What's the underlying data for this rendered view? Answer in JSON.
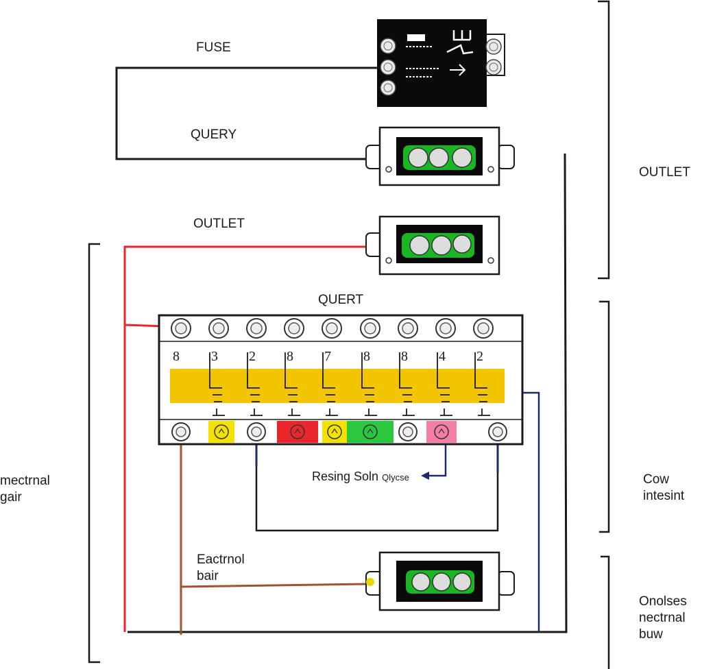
{
  "labels": {
    "fuse": "FUSE",
    "query": "QUERY",
    "outlet_left": "OUTLET",
    "quert": "QUERT",
    "outlet_right": "OUTLET",
    "resing": "Resing Soln",
    "resing_tag": "Qlycse",
    "left_side": "mectrnal\ngair",
    "cow": "Cow\nintesint",
    "eactrnol": "Eactrnol\nbair",
    "onolses": "Onolses\nnectrnal\nbuw"
  },
  "breaker_panel": {
    "digits": [
      "8",
      "3",
      "2",
      "8",
      "7",
      "8",
      "8",
      "4",
      "2"
    ],
    "indicator_colors": [
      "#f5e100",
      "#e8262b",
      "#f5e100",
      "#2ac73f",
      "#f47fa4"
    ],
    "bus_color": "#f3c400"
  },
  "fuse_box_text": {
    "line1": "≡",
    "line2": "E"
  },
  "colors": {
    "wire_black": "#1a1a1a",
    "wire_red": "#e8262b",
    "wire_brown": "#a0522d",
    "wire_navy": "#1c2a6b",
    "outlet_green": "#19b523"
  }
}
